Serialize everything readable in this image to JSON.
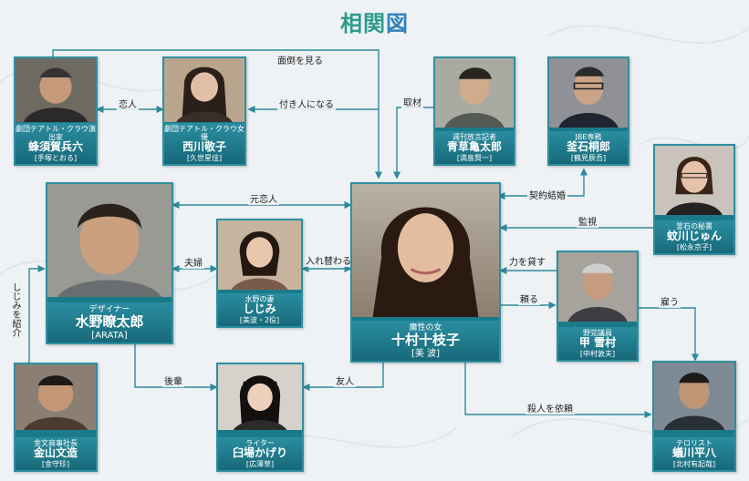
{
  "title": {
    "part1": "相関",
    "part2": "図"
  },
  "colors": {
    "accent": "#1b7a8a",
    "title_green": "#2e9a8c",
    "title_blue": "#2f82b8",
    "line": "#2f8a9c"
  },
  "characters": {
    "hachiyaga": {
      "role": "劇団テアトル・クラウ演出家",
      "name": "蜂須賀兵六",
      "actor": "[手塚とおる]"
    },
    "nishikawa": {
      "role": "劇団テアトル・クラウ女優",
      "name": "西川敬子",
      "actor": "[久世星佳]"
    },
    "aokusa": {
      "role": "週刊放言記者",
      "name": "青草亀太郎",
      "actor": "[満島賢一]"
    },
    "kamaishi": {
      "role": "JBE専務",
      "name": "釜石桐郎",
      "actor": "[鶴見辰吾]"
    },
    "kamikawa": {
      "role": "釜石の秘書",
      "name": "蚊川じゅん",
      "actor": "[松永京子]"
    },
    "mizuno": {
      "role": "デザイナー",
      "name": "水野瞭太郎",
      "actor": "[ARATA]"
    },
    "shijimi": {
      "role": "水野の妻",
      "name": "しじみ",
      "actor": "[美波・2役]"
    },
    "tomura": {
      "role": "魔性の女",
      "name": "十村十枝子",
      "actor": "[美 波]"
    },
    "kou": {
      "role": "野党議員",
      "name": "甲 雪村",
      "actor": "[中村敦夫]"
    },
    "kaneyama": {
      "role": "金文商事社長",
      "name": "金山文造",
      "actor": "[金守珍]"
    },
    "usuba": {
      "role": "ライター",
      "name": "臼場かげり",
      "actor": "[広澤草]"
    },
    "segawa": {
      "role": "テロリスト",
      "name": "蟻川平八",
      "actor": "[北村有起哉]"
    }
  },
  "relations": {
    "mendou": "面倒を見る",
    "koibito": "恋人",
    "tsukibito": "付き人になる",
    "shuzai": "取材",
    "keiyaku": "契約結婚",
    "kanshi": "監視",
    "motokoibito": "元恋人",
    "fuufu": "夫婦",
    "irekawaru": "入れ替わる",
    "chikara": "力を貸す",
    "tanomu": "頼る",
    "yatou": "雇う",
    "shoukai": "しじみを紹介",
    "kouhai": "後輩",
    "yuujin": "友人",
    "satsujin": "殺人を依頼"
  }
}
